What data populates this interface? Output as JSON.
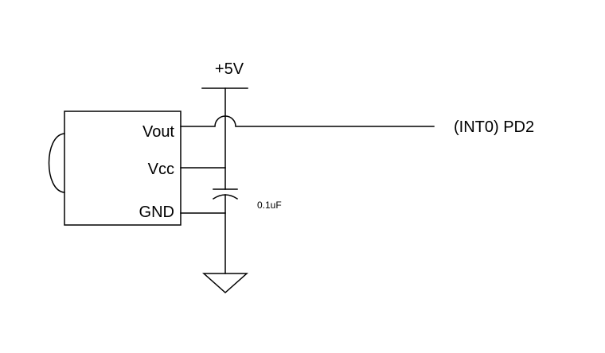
{
  "sensor": {
    "pins": {
      "vout": "Vout",
      "vcc": "Vcc",
      "gnd": "GND"
    }
  },
  "supply": {
    "label": "+5V"
  },
  "capacitor": {
    "value": "0.1uF"
  },
  "output": {
    "label": "(INT0) PD2"
  },
  "colors": {
    "line": "#000000",
    "background": "#ffffff"
  }
}
